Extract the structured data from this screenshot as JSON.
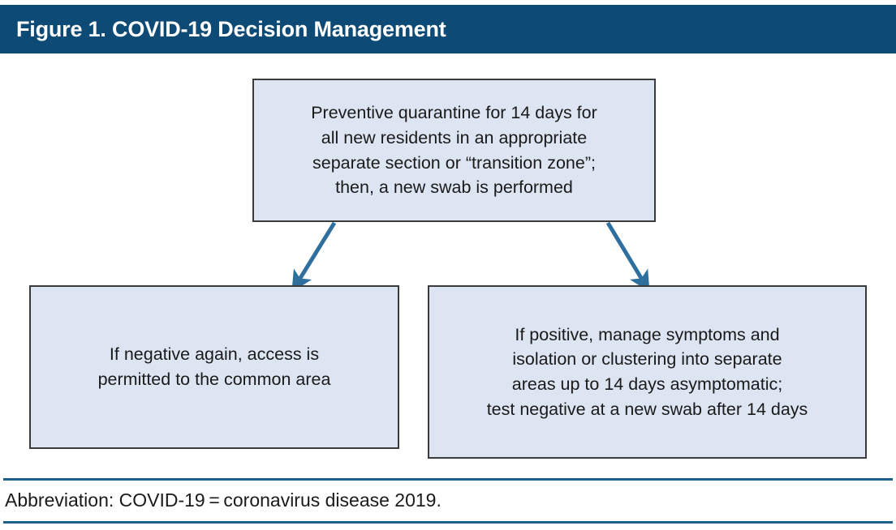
{
  "header": {
    "title": "Figure 1. COVID-19 Decision Management",
    "background_color": "#0d4b76",
    "text_color": "#ffffff"
  },
  "diagram": {
    "type": "flowchart",
    "box_fill_color": "#dde4f2",
    "box_border_color": "#3a3a3a",
    "arrow_color": "#2e6f9e",
    "nodes": [
      {
        "id": "top",
        "role": "decision-start",
        "text": "Preventive quarantine for 14 days for\nall new residents in an appropriate\nseparate section or “transition zone”;\nthen, a new swab is performed"
      },
      {
        "id": "left",
        "role": "outcome-negative",
        "text": "If negative again, access is\npermitted to the common area"
      },
      {
        "id": "right",
        "role": "outcome-positive",
        "text": "If positive, manage symptoms and\nisolation or clustering into separate\nareas up to 14 days asymptomatic;\ntest negative at a new swab after 14 days"
      }
    ],
    "edges": [
      {
        "from": "top",
        "to": "left",
        "label": ""
      },
      {
        "from": "top",
        "to": "right",
        "label": ""
      }
    ]
  },
  "footer": {
    "abbreviation_note": "Abbreviation: COVID-19 = coronavirus disease 2019.",
    "rule_color": "#1f5f8b"
  }
}
